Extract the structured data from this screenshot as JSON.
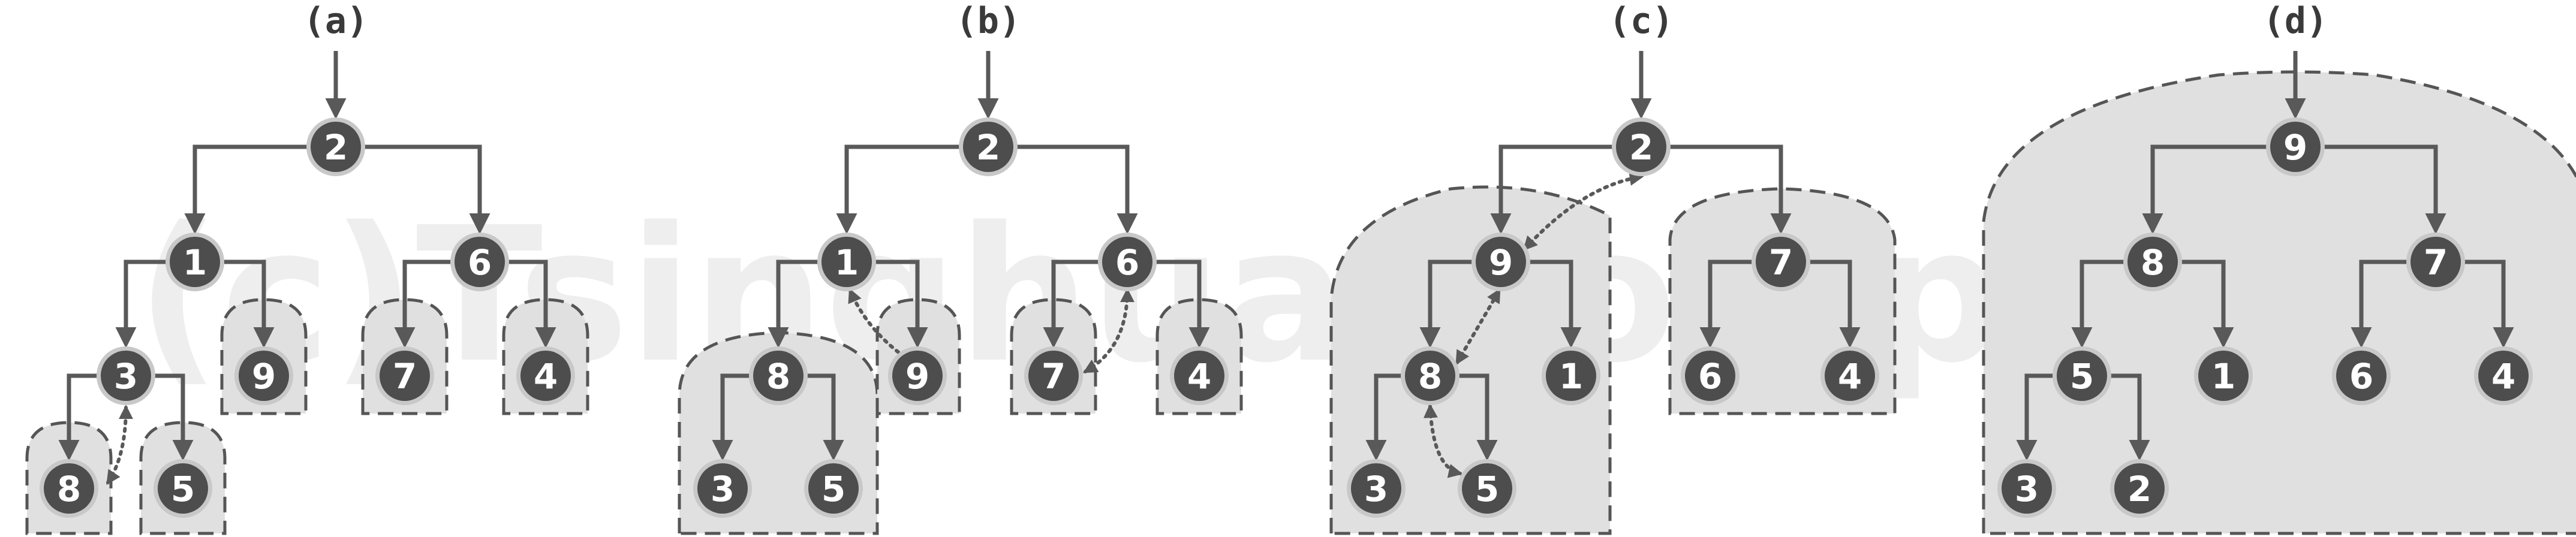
{
  "watermark": "(c)Tsinghua Computer",
  "colors": {
    "node_fill": "#4d4d4d",
    "node_ring": "#c8c8c8",
    "edge": "#595959",
    "subheap_fill": "#e0e0e0",
    "subheap_stroke": "#555555",
    "watermark": "#eeeeee"
  },
  "panels": [
    {
      "label": "(a)",
      "nodes": [
        {
          "id": "a-n1",
          "value": "2"
        },
        {
          "id": "a-n2",
          "value": "1"
        },
        {
          "id": "a-n3",
          "value": "6"
        },
        {
          "id": "a-n4",
          "value": "3"
        },
        {
          "id": "a-n5",
          "value": "9"
        },
        {
          "id": "a-n6",
          "value": "7"
        },
        {
          "id": "a-n7",
          "value": "4"
        },
        {
          "id": "a-n8",
          "value": "8"
        },
        {
          "id": "a-n9",
          "value": "5"
        }
      ]
    },
    {
      "label": "(b)",
      "nodes": [
        {
          "id": "b-n1",
          "value": "2"
        },
        {
          "id": "b-n2",
          "value": "1"
        },
        {
          "id": "b-n3",
          "value": "6"
        },
        {
          "id": "b-n4",
          "value": "8"
        },
        {
          "id": "b-n5",
          "value": "9"
        },
        {
          "id": "b-n6",
          "value": "7"
        },
        {
          "id": "b-n7",
          "value": "4"
        },
        {
          "id": "b-n8",
          "value": "3"
        },
        {
          "id": "b-n9",
          "value": "5"
        }
      ]
    },
    {
      "label": "(c)",
      "nodes": [
        {
          "id": "c-n1",
          "value": "2"
        },
        {
          "id": "c-n2",
          "value": "9"
        },
        {
          "id": "c-n3",
          "value": "7"
        },
        {
          "id": "c-n4",
          "value": "8"
        },
        {
          "id": "c-n5",
          "value": "1"
        },
        {
          "id": "c-n6",
          "value": "6"
        },
        {
          "id": "c-n7",
          "value": "4"
        },
        {
          "id": "c-n8",
          "value": "3"
        },
        {
          "id": "c-n9",
          "value": "5"
        }
      ]
    },
    {
      "label": "(d)",
      "nodes": [
        {
          "id": "d-n1",
          "value": "9"
        },
        {
          "id": "d-n2",
          "value": "8"
        },
        {
          "id": "d-n3",
          "value": "7"
        },
        {
          "id": "d-n4",
          "value": "5"
        },
        {
          "id": "d-n5",
          "value": "1"
        },
        {
          "id": "d-n6",
          "value": "6"
        },
        {
          "id": "d-n7",
          "value": "4"
        },
        {
          "id": "d-n8",
          "value": "3"
        },
        {
          "id": "d-n9",
          "value": "2"
        }
      ]
    }
  ]
}
